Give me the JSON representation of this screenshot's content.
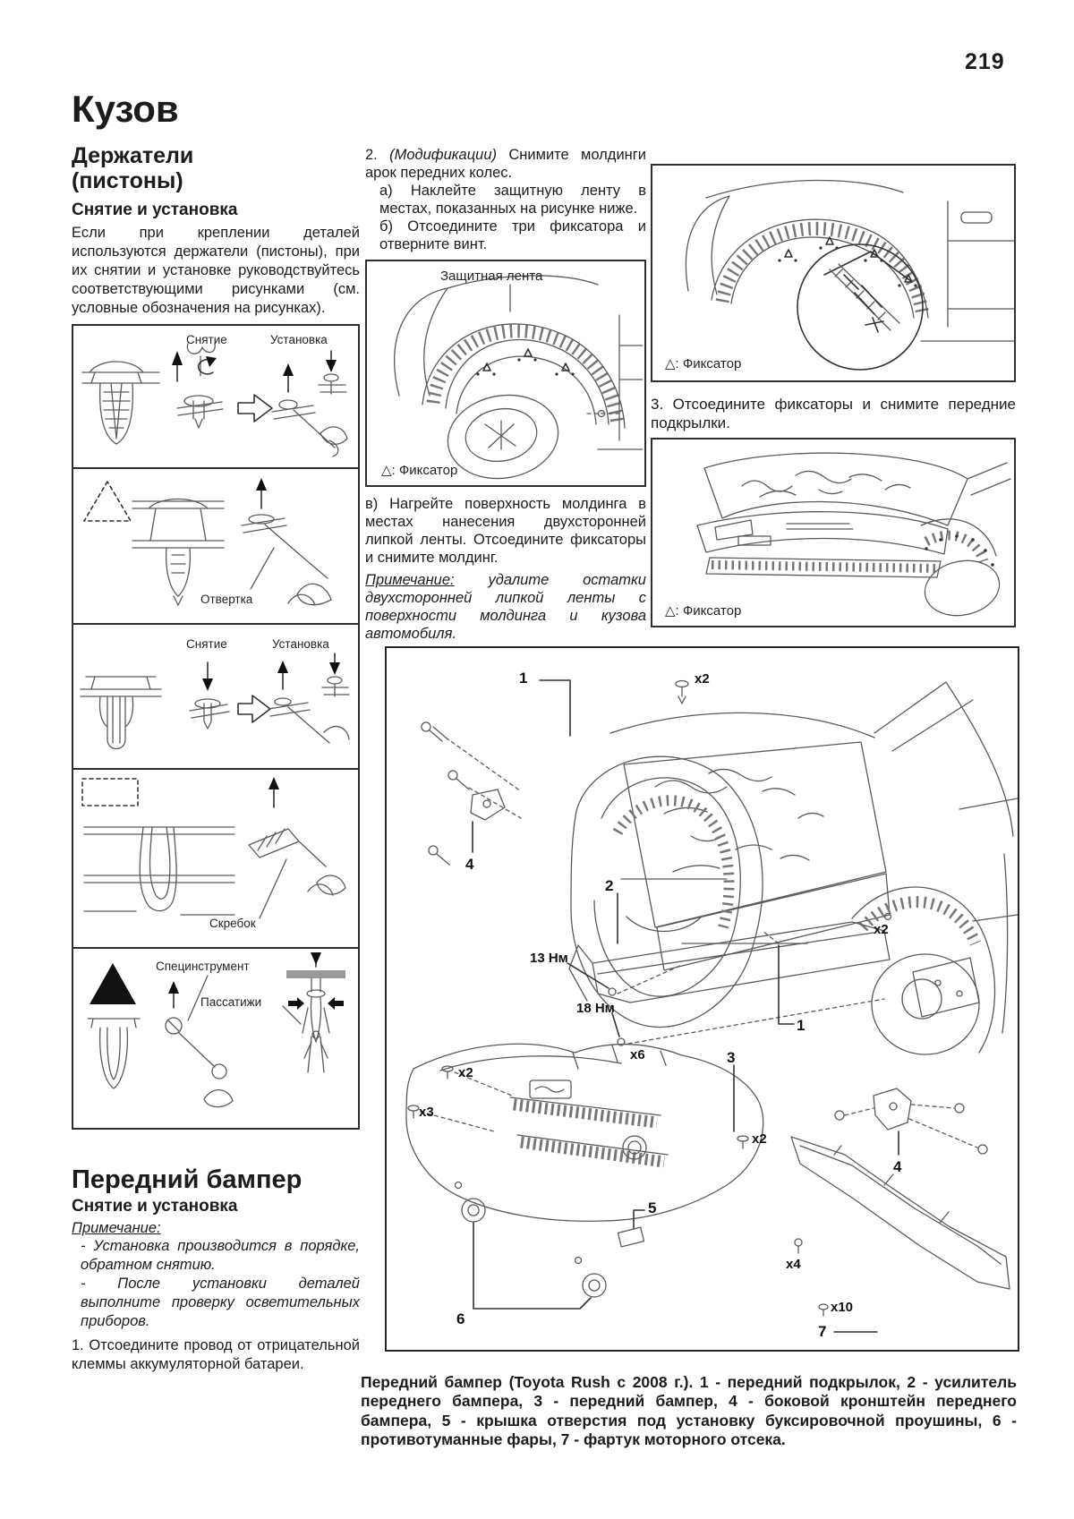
{
  "page": {
    "number": "219"
  },
  "left": {
    "title": "Кузов",
    "holders": {
      "heading1": "Держатели",
      "heading2": "(пистоны)",
      "sub": "Снятие и установка",
      "body": "Если при креплении деталей используются держатели (пистоны), при их снятии и установке руководствуйтесь соответствующими рисунками (см. условные обозначения на рисунках)."
    },
    "boxes": [
      {
        "removal": "Снятие",
        "install": "Установка"
      },
      {
        "tool": "Отвертка"
      },
      {
        "removal": "Снятие",
        "install": "Установка"
      },
      {
        "tool": "Скребок"
      },
      {
        "tool1": "Специнструмент",
        "tool2": "Пассатижи"
      }
    ],
    "bumper": {
      "heading": "Передний бампер",
      "sub": "Снятие и установка",
      "note_label": "Примечание:",
      "notes": [
        "- Установка производится в порядке, обратном снятию.",
        "- После установки деталей выполните проверку осветительных приборов."
      ],
      "step1": "1. Отсоедините провод от отрицательной клеммы аккумуляторной батареи."
    }
  },
  "middle": {
    "step2_num": "2.",
    "step2_mod": "(Модификации)",
    "step2_rest": "Снимите молдинги арок передних колес.",
    "step2_a": "а) Наклейте защитную ленту в местах, показанных на рисунке ниже.",
    "step2_b": "б) Отсоедините три фиксатора и отверните винт.",
    "fig1": {
      "part_label": "Защитная лента",
      "caption": "△: Фиксатор"
    },
    "step2_v": "в) Нагрейте поверхность молдинга в местах нанесения двухсторонней липкой ленты. Отсоедините фиксаторы и снимите молдинг.",
    "note_label": "Примечание:",
    "note_text": "удалите остатки двухсторонней липкой ленты с поверхности молдинга и кузова автомобиля."
  },
  "right": {
    "fig1": {
      "caption": "△: Фиксатор"
    },
    "step3": "3. Отсоедините фиксаторы и снимите передние подкрылки.",
    "fig2": {
      "caption": "△: Фиксатор"
    }
  },
  "diagram": {
    "labels": {
      "n1_top": "1",
      "x2_top": "x2",
      "n4_left": "4",
      "n2": "2",
      "t13": "13 Нм",
      "t18": "18 Нм",
      "x6": "x6",
      "x2_left": "x2",
      "x3_left": "x3",
      "n3": "3",
      "x2_mid": "x2",
      "n5": "5",
      "n6": "6",
      "x2_wheel": "x2",
      "n1_right": "1",
      "n4_right": "4",
      "x4_right": "x4",
      "x10_right": "x10",
      "n7": "7"
    },
    "caption": "Передний бампер (Toyota Rush с 2008 г.). 1 - передний подкрылок, 2 - усилитель переднего бампера, 3 - передний бампер, 4 - боковой кронштейн переднего бампера, 5 - крышка отверстия под установку буксировочной проушины, 6 - противотуманные фары, 7 - фартук моторного отсека."
  }
}
